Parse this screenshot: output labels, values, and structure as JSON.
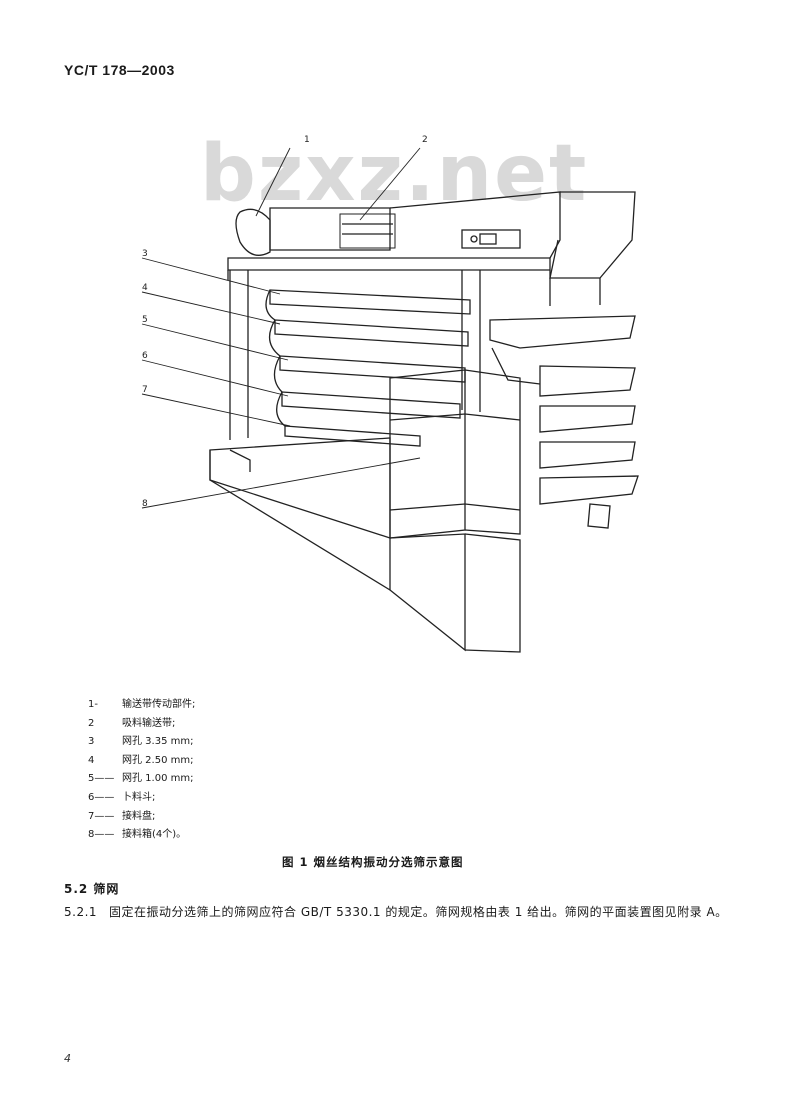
{
  "header": {
    "standard_code": "YC/T 178—2003"
  },
  "watermark": {
    "text": "bzxz.net"
  },
  "figure": {
    "callouts": [
      "1",
      "2",
      "3",
      "4",
      "5",
      "6",
      "7",
      "8"
    ],
    "legend": [
      {
        "num": "1-",
        "text": "输送带传动部件;"
      },
      {
        "num": "2",
        "text": "吸料输送带;"
      },
      {
        "num": "3",
        "text": "网孔 3.35 mm;"
      },
      {
        "num": "4",
        "text": "网孔 2.50 mm;"
      },
      {
        "num": "5——",
        "text": "网孔 1.00 mm;"
      },
      {
        "num": "6——",
        "text": "卜料斗;"
      },
      {
        "num": "7——",
        "text": "接料盘;"
      },
      {
        "num": "8——",
        "text": "接料箱(4个)。"
      }
    ],
    "caption": "图 1  烟丝结构振动分选筛示意图"
  },
  "section": {
    "heading": "5.2  筛网",
    "paragraph_num": "5.2.1",
    "paragraph_text": "固定在振动分选筛上的筛网应符合 GB/T 5330.1 的规定。筛网规格由表 1 给出。筛网的平面装置图见附录 A。"
  },
  "footer": {
    "page_number": "4"
  }
}
